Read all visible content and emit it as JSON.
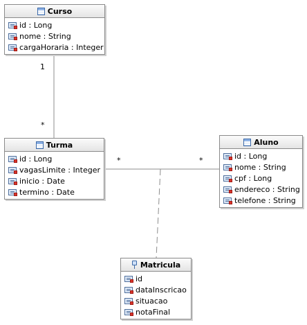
{
  "classes": {
    "curso": {
      "name": "Curso",
      "attributes": [
        "id : Long",
        "nome : String",
        "cargaHoraria : Integer"
      ]
    },
    "turma": {
      "name": "Turma",
      "attributes": [
        "id : Long",
        "vagasLimite : Integer",
        "inicio : Date",
        "termino : Date"
      ]
    },
    "aluno": {
      "name": "Aluno",
      "attributes": [
        "id : Long",
        "nome : String",
        "cpf : Long",
        "endereco : String",
        "telefone : String"
      ]
    },
    "matricula": {
      "name": "Matricula",
      "attributes": [
        "id",
        "dataInscricao",
        "situacao",
        "notaFinal"
      ]
    }
  },
  "multiplicities": {
    "curso_end": "1",
    "turma_top_end": "*",
    "turma_right_end": "*",
    "aluno_end": "*"
  },
  "icons": {
    "class": "class-icon",
    "association_class": "association-class-icon",
    "attribute": "attribute-icon"
  }
}
